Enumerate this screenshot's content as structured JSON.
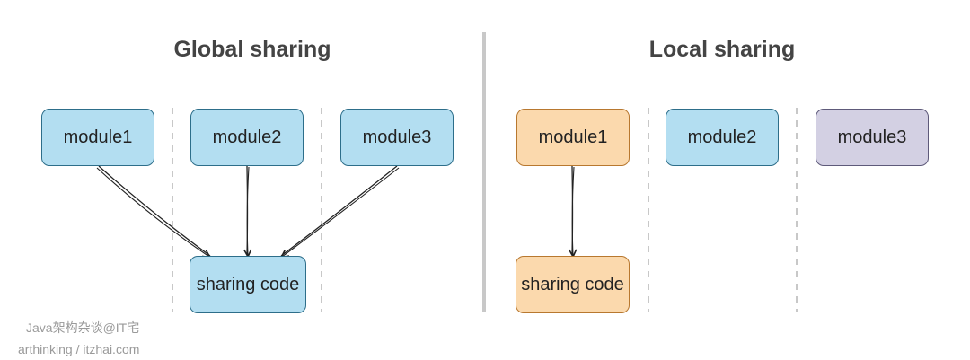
{
  "diagram": {
    "left_panel": {
      "title": "Global sharing",
      "modules": [
        "module1",
        "module2",
        "module3"
      ],
      "shared": "sharing code"
    },
    "right_panel": {
      "title": "Local sharing",
      "modules": [
        "module1",
        "module2",
        "module3"
      ],
      "shared": "sharing code"
    },
    "colors": {
      "shared_module": "#b3def1",
      "local_owner": "#fbd9ad",
      "other_module": "#d3d0e3",
      "divider": "#c8c8c8",
      "arrow": "#222222"
    }
  },
  "watermark": {
    "line1": "Java架构杂谈@IT宅",
    "line2": "arthinking / itzhai.com"
  }
}
